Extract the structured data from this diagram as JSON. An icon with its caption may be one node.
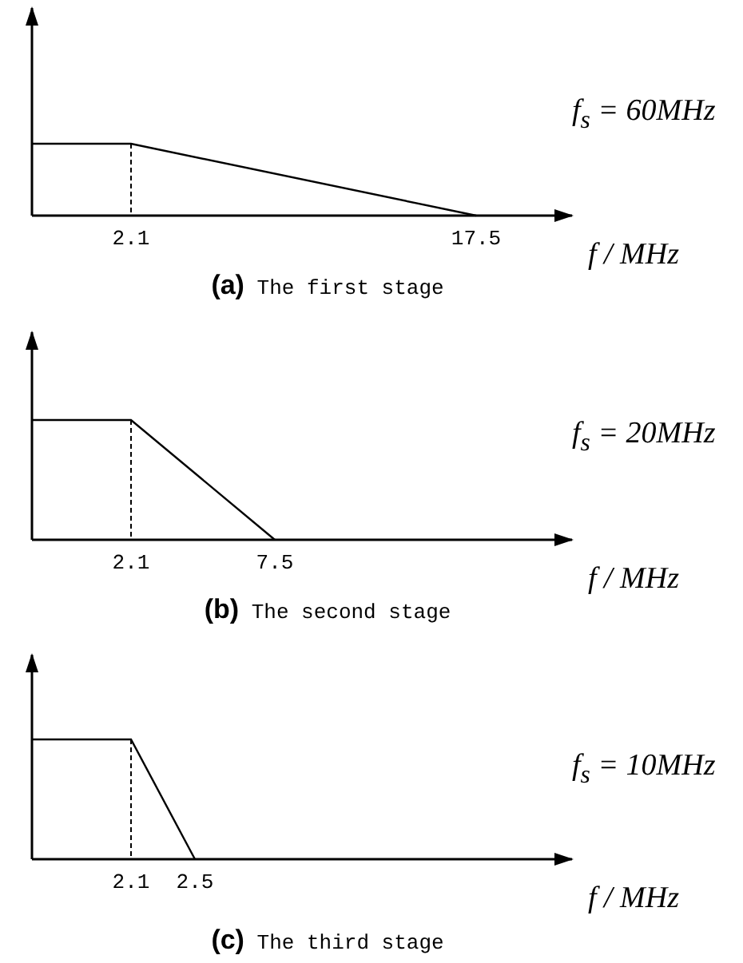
{
  "diagram": {
    "labels": [
      "f$_{s}$ = 60MHz",
      "2.1",
      "17.5",
      "f / MHz",
      "**(a)** The first stage",
      "f$_{s}$ = 20MHz",
      "2.1",
      "7.5",
      "f / MHz",
      "**(b)** The second stage",
      "f$_{s}$ = 10MHz",
      "2.1",
      "2.5",
      "f / MHz",
      "**(c)** The third stage"
    ]
  }
}
